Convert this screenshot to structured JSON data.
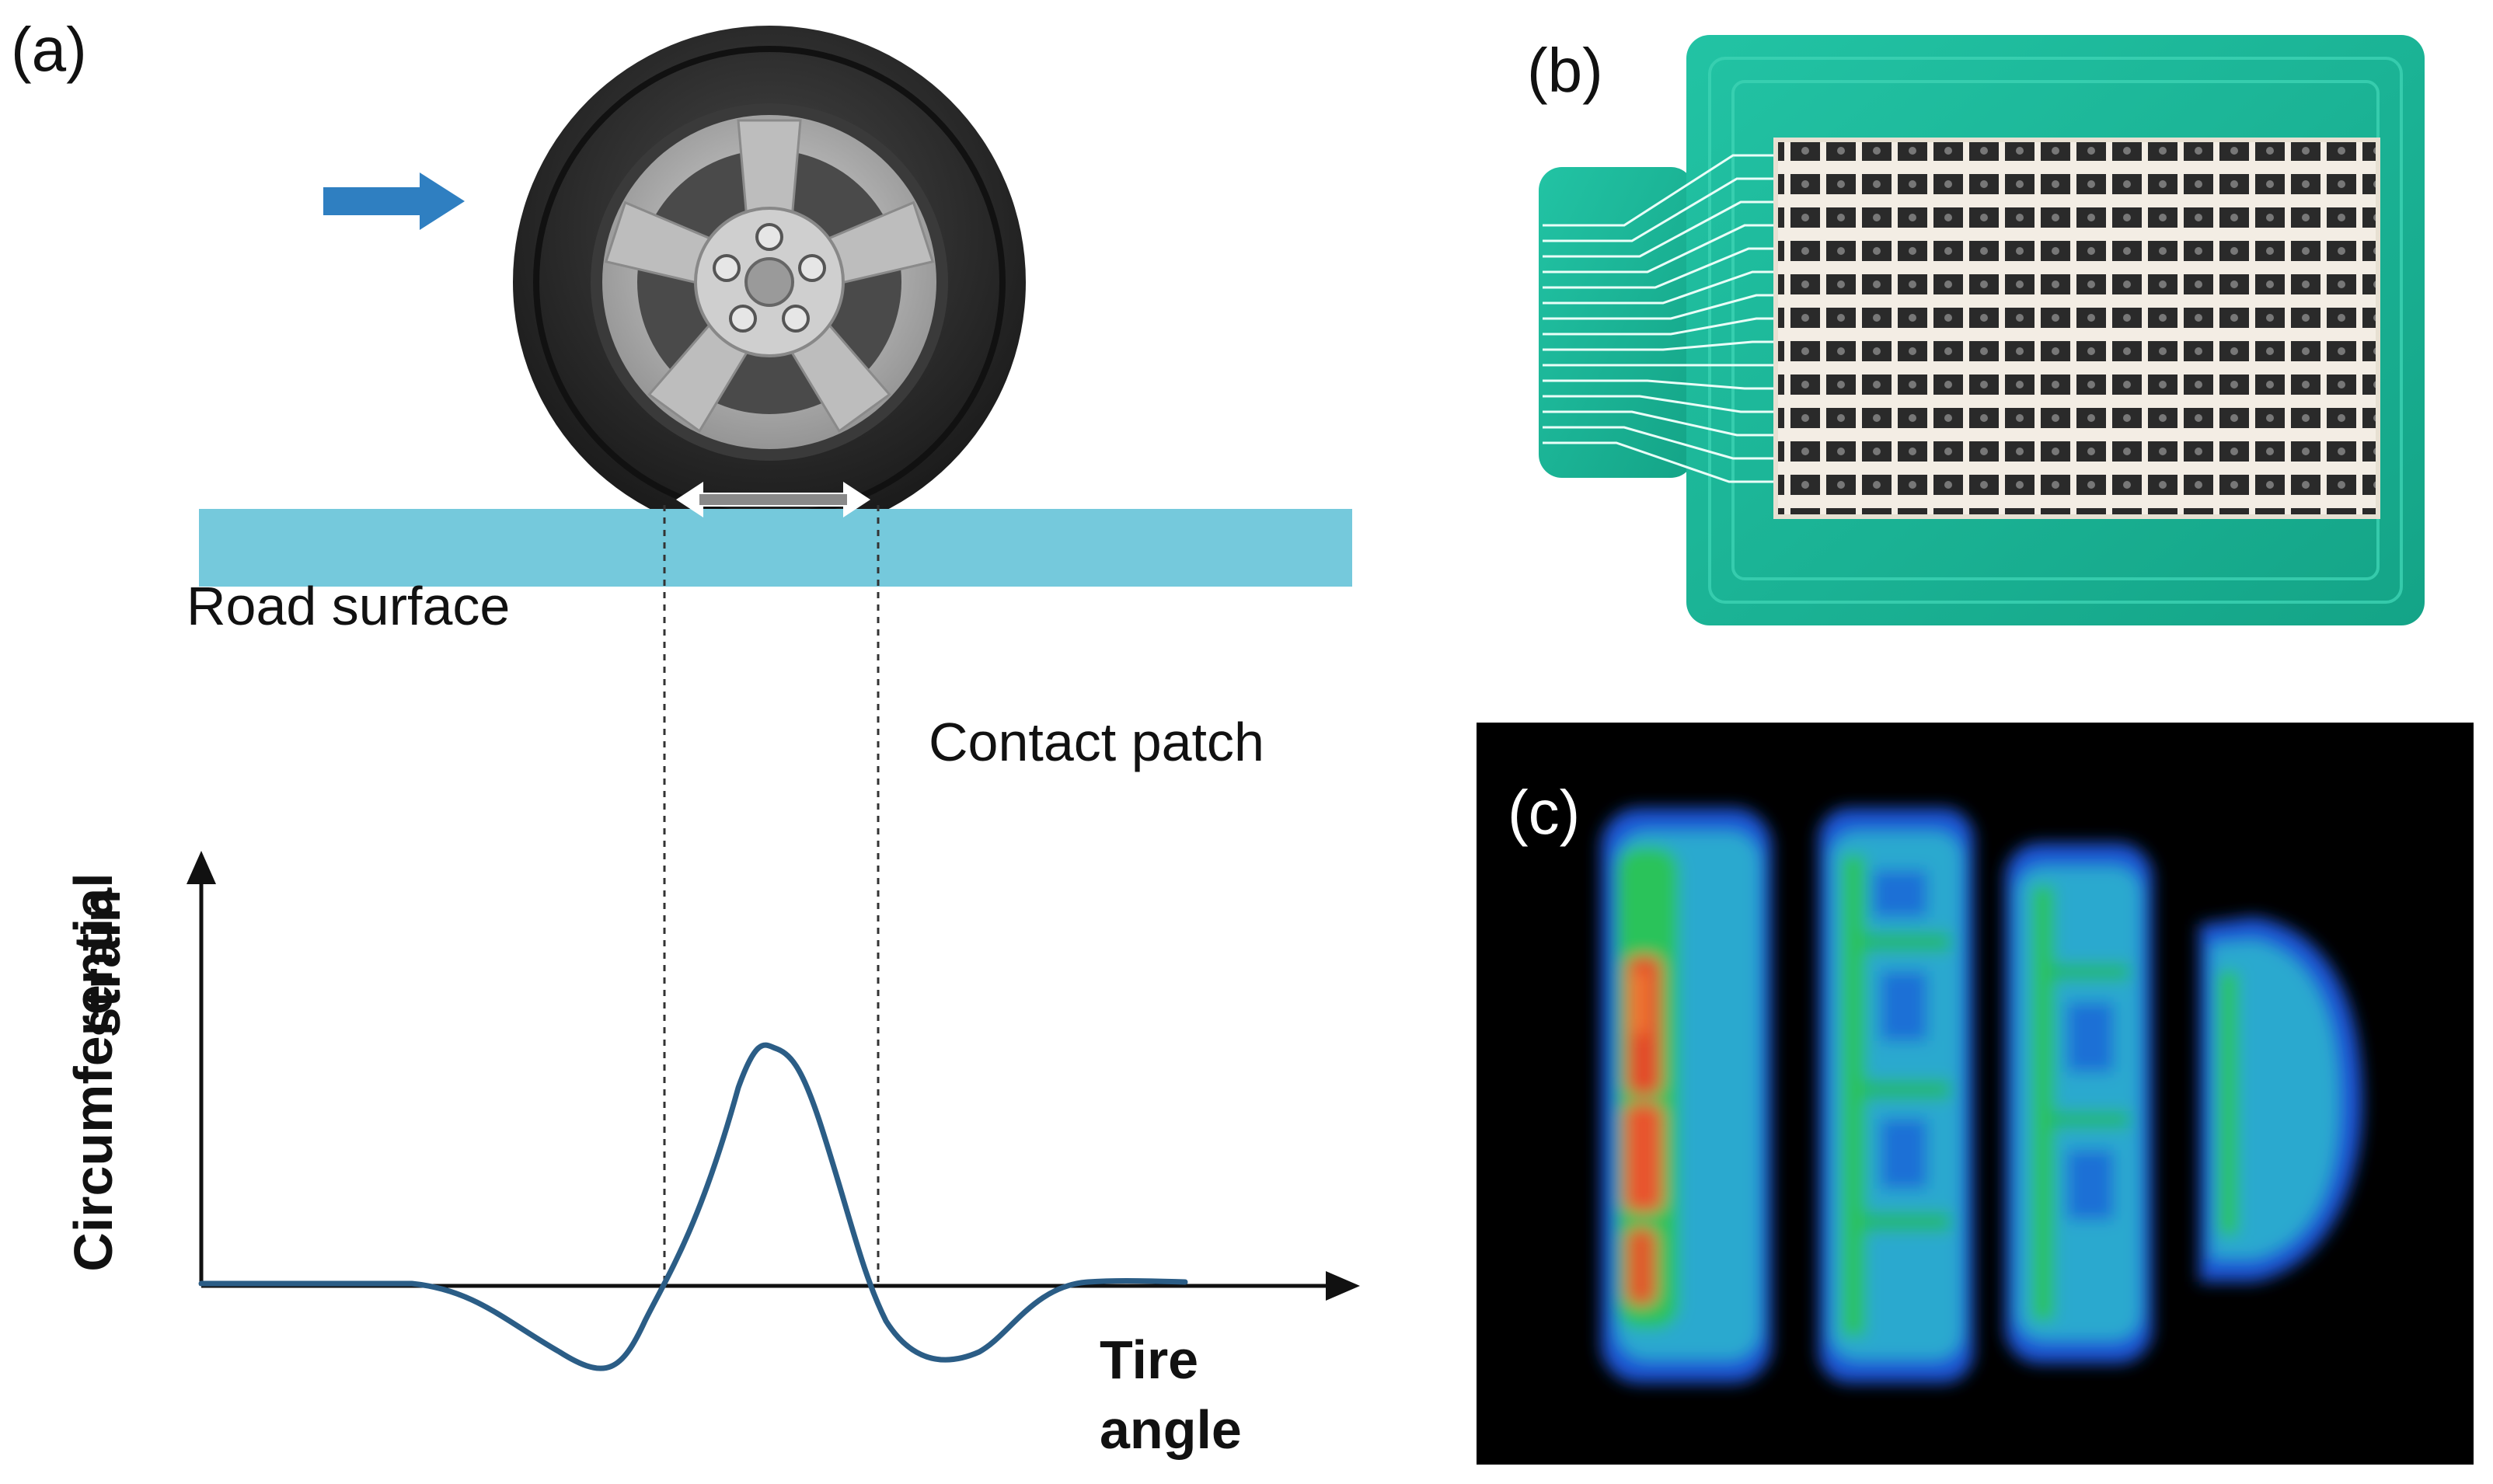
{
  "panels": {
    "a": {
      "label": "(a)"
    },
    "b": {
      "label": "(b)"
    },
    "c": {
      "label": "(c)"
    }
  },
  "labels": {
    "road_surface": "Road surface",
    "contact_patch": "Contact patch",
    "y_axis_line1": "Circumferential",
    "y_axis_line2": "strain",
    "x_axis_line1": "Tire",
    "x_axis_line2": "angle"
  },
  "colors": {
    "road": "#75c9dc",
    "arrow": "#2f7fc1",
    "curve": "#2b5d86",
    "sensor_board": "#1cb79a",
    "thermal_bg": "#000000"
  },
  "icons": [
    "motion-arrow-icon",
    "tire-icon",
    "contact-patch-arrow-icon"
  ]
}
